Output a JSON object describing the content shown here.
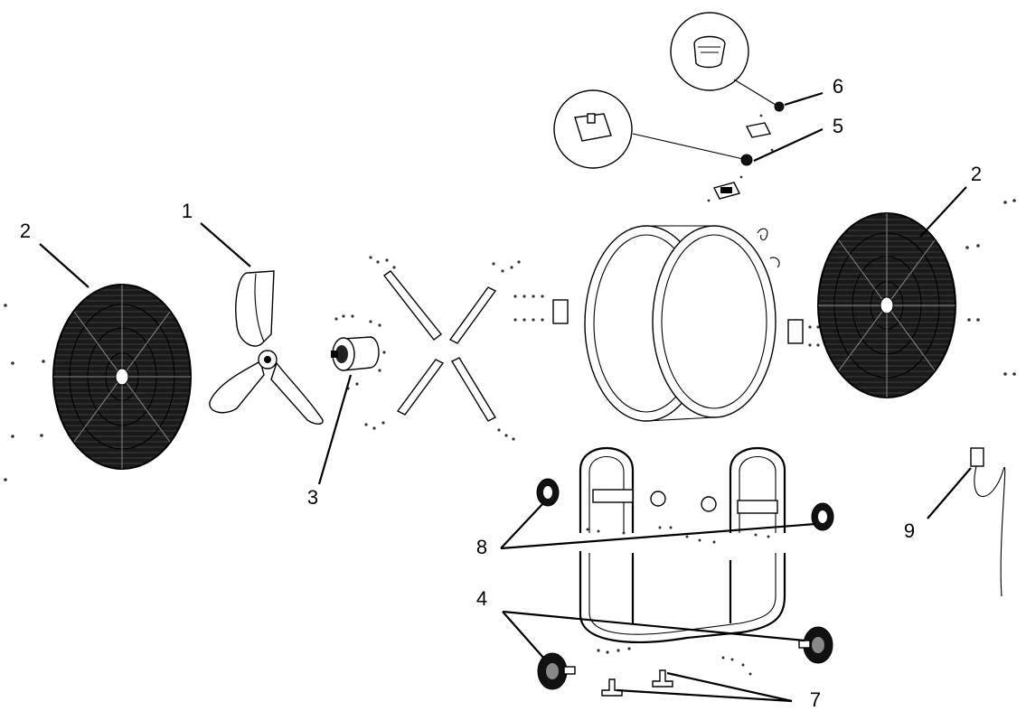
{
  "callouts": [
    {
      "id": "guard-left",
      "label": "2"
    },
    {
      "id": "blade",
      "label": "1"
    },
    {
      "id": "motor",
      "label": "3"
    },
    {
      "id": "switch",
      "label": "5"
    },
    {
      "id": "knob",
      "label": "6"
    },
    {
      "id": "guard-right",
      "label": "2"
    },
    {
      "id": "wheel-small",
      "label": "8"
    },
    {
      "id": "wheel-large",
      "label": "4"
    },
    {
      "id": "foot",
      "label": "7"
    },
    {
      "id": "cord",
      "label": "9"
    }
  ]
}
